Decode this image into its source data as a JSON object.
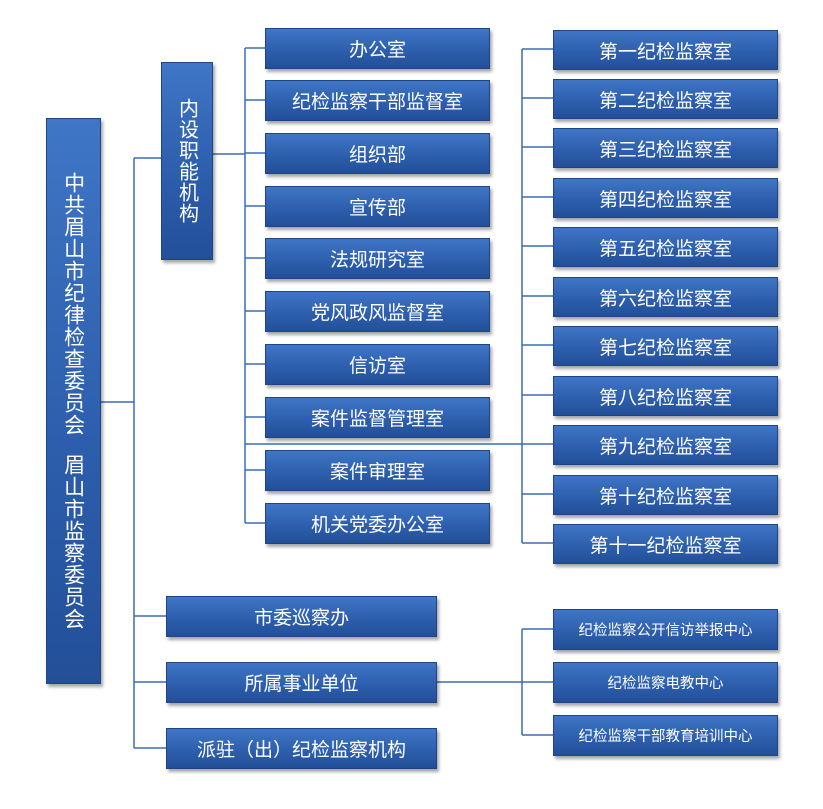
{
  "root": {
    "name_line1": "中共眉山市纪律检查委员会",
    "name_line2": "眉山市监察委员会"
  },
  "internal_group": {
    "label": "内设职能机构"
  },
  "departments": [
    "办公室",
    "纪检监察干部监督室",
    "组织部",
    "宣传部",
    "法规研究室",
    "党风政风监督室",
    "信访室",
    "案件监督管理室",
    "案件审理室",
    "机关党委办公室"
  ],
  "inspection_rooms": [
    "第一纪检监察室",
    "第二纪检监察室",
    "第三纪检监察室",
    "第四纪检监察室",
    "第五纪检监察室",
    "第六纪检监察室",
    "第七纪检监察室",
    "第八纪检监察室",
    "第九纪检监察室",
    "第十纪检监察室",
    "第十一纪检监察室"
  ],
  "other_units": {
    "patrol_office": "市委巡察办",
    "affiliated_units": "所属事业单位",
    "dispatched_agencies": "派驻（出）纪检监察机构"
  },
  "affiliated_centers": [
    "纪检监察公开信访举报中心",
    "纪检监察电教中心",
    "纪检监察干部教育培训中心"
  ],
  "colors": {
    "box_fill": "#2d5fae",
    "connector": "#3a6db6",
    "text": "#ffffff"
  }
}
